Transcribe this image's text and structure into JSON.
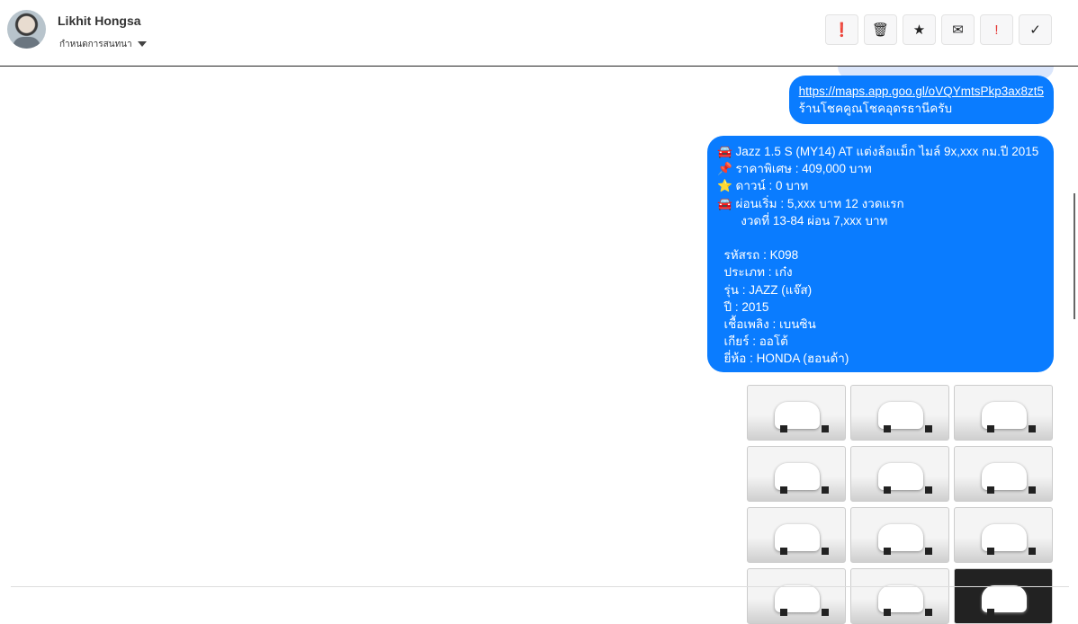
{
  "header": {
    "name": "Likhit Hongsa",
    "subtitle": "กำหนดการสนทนา"
  },
  "actions": [
    {
      "name": "alert-circle",
      "glyph": "❗"
    },
    {
      "name": "trash",
      "glyph": "🗑"
    },
    {
      "name": "star",
      "glyph": "★"
    },
    {
      "name": "envelope",
      "glyph": "✉"
    },
    {
      "name": "important",
      "glyph": "!"
    },
    {
      "name": "check",
      "glyph": "✓"
    }
  ],
  "messages": {
    "link": {
      "url": "https://maps.app.goo.gl/oVQYmtsPkp3ax8zt5",
      "text": "ร้านโชคคูณโชคอุดรธานีครับ"
    },
    "listing": [
      "🚘 Jazz 1.5 S (MY14) AT แต่งล้อแม็ก ไมล์ 9x,xxx กม.ปี 2015",
      "📌 ราคาพิเศษ : 409,000 บาท",
      "⭐ ดาวน์ : 0 บาท",
      "🚘 ผ่อนเริ่ม : 5,xxx บาท 12 งวดแรก",
      "       งวดที่ 13-84 ผ่อน 7,xxx บาท",
      " ",
      "  รหัสรถ : K098",
      "  ประเภท : เก๋ง",
      "  รุ่น : JAZZ (แจ๊ส)",
      "  ปี : 2015",
      "  เชื้อเพลิง : เบนซิน",
      "  เกียร์ : ออโต้",
      "  ยี่ห้อ : HONDA (ฮอนด้า)"
    ]
  },
  "photos_count": 12
}
